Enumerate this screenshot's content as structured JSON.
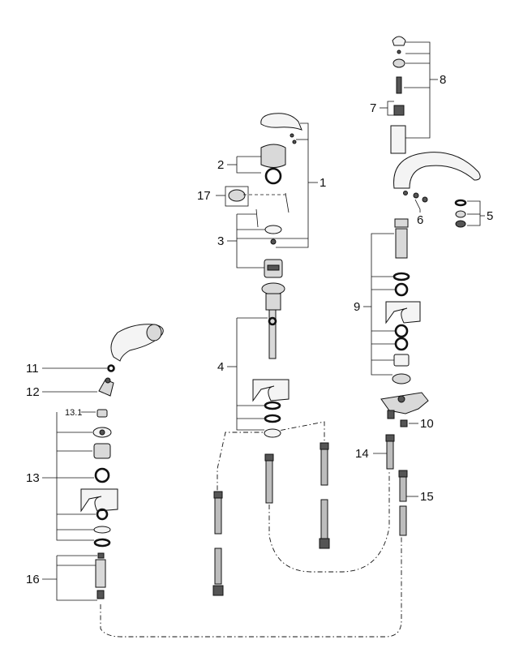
{
  "diagram": {
    "callouts": [
      {
        "id": "c1",
        "text": "1"
      },
      {
        "id": "c2",
        "text": "2"
      },
      {
        "id": "c3",
        "text": "3"
      },
      {
        "id": "c4",
        "text": "4"
      },
      {
        "id": "c5",
        "text": "5"
      },
      {
        "id": "c6",
        "text": "6"
      },
      {
        "id": "c7",
        "text": "7"
      },
      {
        "id": "c8",
        "text": "8"
      },
      {
        "id": "c9",
        "text": "9"
      },
      {
        "id": "c10",
        "text": "10"
      },
      {
        "id": "c11",
        "text": "11"
      },
      {
        "id": "c12",
        "text": "12"
      },
      {
        "id": "c13",
        "text": "13"
      },
      {
        "id": "c13_1",
        "text": "13.1"
      },
      {
        "id": "c14",
        "text": "14"
      },
      {
        "id": "c15",
        "text": "15"
      },
      {
        "id": "c16",
        "text": "16"
      },
      {
        "id": "c17",
        "text": "17"
      }
    ]
  }
}
